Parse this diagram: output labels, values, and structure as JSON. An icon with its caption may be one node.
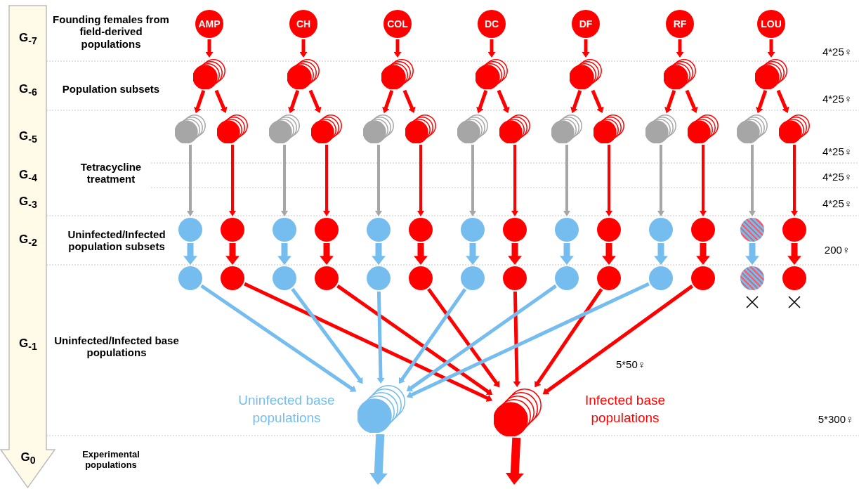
{
  "diagram": {
    "nodes": [
      {
        "text": [
          "AMP"
        ]
      },
      {
        "text": [
          "CH"
        ]
      },
      {
        "text": [
          "COL"
        ]
      },
      {
        "text": [
          "DC"
        ]
      },
      {
        "text": [
          "DF"
        ]
      },
      {
        "text": [
          "RF"
        ]
      },
      {
        "text": [
          "LOU"
        ]
      },
      {
        "text": [],
        "shape": "circle"
      },
      {
        "text": [],
        "shape": "circle"
      },
      {
        "text": [],
        "shape": "circle"
      },
      {
        "text": [],
        "shape": "circle"
      },
      {
        "text": [],
        "shape": "circle"
      },
      {
        "text": [],
        "shape": "circle"
      },
      {
        "text": [],
        "shape": "circle"
      },
      {
        "text": [],
        "shape": "circle"
      },
      {
        "text": [],
        "shape": "circle"
      },
      {
        "text": [],
        "shape": "circle"
      },
      {
        "text": [],
        "shape": "circle"
      },
      {
        "text": [],
        "shape": "circle"
      },
      {
        "text": [],
        "shape": "circle"
      },
      {
        "text": [],
        "shape": "circle"
      },
      {
        "text": [],
        "shape": "circle"
      },
      {
        "text": [],
        "shape": "circle"
      },
      {
        "text": [],
        "shape": "circle"
      },
      {
        "text": [],
        "shape": "circle"
      },
      {
        "text": [],
        "shape": "circle"
      },
      {
        "text": [],
        "shape": "circle"
      },
      {
        "text": [],
        "shape": "circle"
      },
      {
        "text": [],
        "shape": "circle"
      },
      {
        "text": [],
        "shape": "circle"
      },
      {
        "text": [],
        "shape": "circle"
      },
      {
        "text": [],
        "shape": "circle"
      },
      {
        "text": [],
        "shape": "circle"
      },
      {
        "text": [],
        "shape": "circle"
      },
      {
        "text": [],
        "shape": "circle"
      },
      {
        "text": [],
        "shape": "circle"
      },
      {
        "text": [],
        "shape": "circle"
      },
      {
        "text": [],
        "shape": "circle"
      },
      {
        "text": [],
        "shape": "circle"
      },
      {
        "text": [],
        "shape": "circle"
      },
      {
        "text": [],
        "shape": "circle"
      },
      {
        "text": [],
        "shape": "circle"
      },
      {
        "text": [],
        "shape": "circle"
      },
      {
        "text": [],
        "shape": "circle"
      },
      {
        "text": [],
        "shape": "circle"
      },
      {
        "text": [],
        "shape": "circle"
      },
      {
        "text": [],
        "shape": "circle"
      },
      {
        "text": [],
        "shape": "circle"
      },
      {
        "text": [],
        "shape": "circle"
      },
      {
        "text": [],
        "shape": "circle"
      },
      {
        "text": [],
        "shape": "circle"
      },
      {
        "text": [],
        "shape": "circle"
      },
      {
        "text": [],
        "shape": "circle"
      },
      {
        "text": [],
        "shape": "circle"
      },
      {
        "text": [],
        "shape": "circle"
      },
      {
        "text": [],
        "shape": "circle"
      },
      {
        "text": [],
        "shape": "circle",
        "beside": [
          "Uninfected base populations"
        ]
      },
      {
        "text": [],
        "shape": "circle",
        "beside": [
          "Infected base populations"
        ]
      }
    ],
    "edges": [
      {
        "from": 0,
        "to": 7,
        "arrow": "to"
      },
      {
        "from": 1,
        "to": 8,
        "arrow": "to"
      },
      {
        "from": 2,
        "to": 9,
        "arrow": "to"
      },
      {
        "from": 3,
        "to": 10,
        "arrow": "to"
      },
      {
        "from": 4,
        "to": 11,
        "arrow": "to"
      },
      {
        "from": 5,
        "to": 12,
        "arrow": "to"
      },
      {
        "from": 6,
        "to": 13,
        "arrow": "to"
      },
      {
        "from": 7,
        "to": 14,
        "arrow": "to"
      },
      {
        "from": 7,
        "to": 15,
        "arrow": "to"
      },
      {
        "from": 8,
        "to": 16,
        "arrow": "to"
      },
      {
        "from": 8,
        "to": 17,
        "arrow": "to"
      },
      {
        "from": 9,
        "to": 18,
        "arrow": "to"
      },
      {
        "from": 9,
        "to": 19,
        "arrow": "to"
      },
      {
        "from": 10,
        "to": 20,
        "arrow": "to"
      },
      {
        "from": 10,
        "to": 21,
        "arrow": "to"
      },
      {
        "from": 11,
        "to": 22,
        "arrow": "to"
      },
      {
        "from": 11,
        "to": 23,
        "arrow": "to"
      },
      {
        "from": 12,
        "to": 24,
        "arrow": "to"
      },
      {
        "from": 12,
        "to": 25,
        "arrow": "to"
      },
      {
        "from": 13,
        "to": 26,
        "arrow": "to"
      },
      {
        "from": 13,
        "to": 27,
        "arrow": "to"
      },
      {
        "from": 14,
        "to": 28,
        "arrow": "to",
        "color": "#a6a6a6"
      },
      {
        "from": 15,
        "to": 29,
        "arrow": "to"
      },
      {
        "from": 16,
        "to": 30,
        "arrow": "to",
        "color": "#a6a6a6"
      },
      {
        "from": 17,
        "to": 31,
        "arrow": "to"
      },
      {
        "from": 18,
        "to": 32,
        "arrow": "to",
        "color": "#a6a6a6"
      },
      {
        "from": 19,
        "to": 33,
        "arrow": "to"
      },
      {
        "from": 20,
        "to": 34,
        "arrow": "to",
        "color": "#a6a6a6"
      },
      {
        "from": 21,
        "to": 35,
        "arrow": "to"
      },
      {
        "from": 22,
        "to": 36,
        "arrow": "to",
        "color": "#a6a6a6"
      },
      {
        "from": 23,
        "to": 37,
        "arrow": "to"
      },
      {
        "from": 24,
        "to": 38,
        "arrow": "to",
        "color": "#a6a6a6"
      },
      {
        "from": 25,
        "to": 39,
        "arrow": "to"
      },
      {
        "from": 26,
        "to": 40,
        "arrow": "to",
        "color": "#a6a6a6"
      },
      {
        "from": 27,
        "to": 41,
        "arrow": "to"
      },
      {
        "from": 28,
        "to": 42,
        "arrow": "to",
        "style": "thick",
        "color": "#75bdee"
      },
      {
        "from": 29,
        "to": 43,
        "arrow": "to",
        "style": "thick"
      },
      {
        "from": 30,
        "to": 44,
        "arrow": "to",
        "style": "thick",
        "color": "#75bdee"
      },
      {
        "from": 31,
        "to": 45,
        "arrow": "to",
        "style": "thick"
      },
      {
        "from": 32,
        "to": 46,
        "arrow": "to",
        "style": "thick",
        "color": "#75bdee"
      },
      {
        "from": 33,
        "to": 47,
        "arrow": "to",
        "style": "thick"
      },
      {
        "from": 34,
        "to": 48,
        "arrow": "to",
        "style": "thick",
        "color": "#75bdee"
      },
      {
        "from": 35,
        "to": 49,
        "arrow": "to",
        "style": "thick"
      },
      {
        "from": 36,
        "to": 50,
        "arrow": "to",
        "style": "thick",
        "color": "#75bdee"
      },
      {
        "from": 37,
        "to": 51,
        "arrow": "to",
        "style": "thick"
      },
      {
        "from": 38,
        "to": 52,
        "arrow": "to",
        "style": "thick",
        "color": "#75bdee"
      },
      {
        "from": 39,
        "to": 53,
        "arrow": "to",
        "style": "thick"
      },
      {
        "from": 40,
        "to": 54,
        "arrow": "to",
        "style": "thick",
        "color": "#75bdee"
      },
      {
        "from": 41,
        "to": 55,
        "arrow": "to",
        "style": "thick"
      },
      {
        "from": 42,
        "to": 56,
        "arrow": "to",
        "color": "#75bdee"
      },
      {
        "from": 43,
        "to": 57,
        "arrow": "to"
      },
      {
        "from": 44,
        "to": 56,
        "arrow": "to",
        "color": "#75bdee"
      },
      {
        "from": 45,
        "to": 57,
        "arrow": "to"
      },
      {
        "from": 46,
        "to": 56,
        "arrow": "to",
        "color": "#75bdee"
      },
      {
        "from": 47,
        "to": 57,
        "arrow": "to"
      },
      {
        "from": 48,
        "to": 56,
        "arrow": "to",
        "color": "#75bdee"
      },
      {
        "from": 49,
        "to": 57,
        "arrow": "to"
      },
      {
        "from": 50,
        "to": 56,
        "arrow": "to",
        "color": "#75bdee"
      },
      {
        "from": 51,
        "to": 57,
        "arrow": "to"
      },
      {
        "from": 52,
        "to": 56,
        "arrow": "to",
        "color": "#75bdee"
      },
      {
        "from": 53,
        "to": 57,
        "arrow": "to"
      },
      {
        "from": 56,
        "to": null,
        "arrow": "to",
        "style": "thick",
        "color": "#75bdee"
      },
      {
        "from": 57,
        "to": null,
        "arrow": "to",
        "style": "thick"
      }
    ],
    "labels": [
      "G$_{-7}$",
      "Founding females from field-derived populations",
      "4*25♀",
      "G$_{-6}$",
      "Population subsets",
      "4*25♀",
      "G$_{-5}$",
      "4*25♀",
      "Tetracycline treatment",
      "G$_{-4}$",
      "4*25♀",
      "G$_{-3}$",
      "4*25♀",
      "G$_{-2}$",
      "Uninfected/Infected population subsets",
      "200♀",
      "G$_{-1}$",
      "Uninfected/Infected base populations",
      "5*50♀",
      "5*300♀",
      "G$_{0}$",
      "Experimental populations"
    ]
  }
}
